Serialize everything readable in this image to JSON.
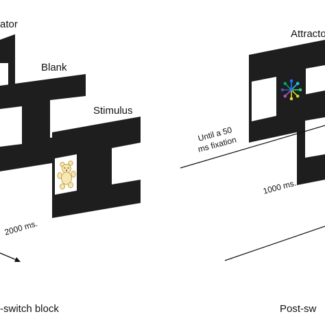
{
  "left_panel": {
    "frames": [
      {
        "label": "ator"
      },
      {
        "label": "Blank"
      },
      {
        "label": "Stimulus"
      }
    ],
    "duration": "2000 ms.",
    "caption": "-switch block"
  },
  "right_panel": {
    "frame_label": "Attractor",
    "condition_line1": "Until a 50",
    "condition_line2": "ms fixation",
    "duration": "1000 ms.",
    "caption": "Post-sw"
  },
  "colors": {
    "frame": "#1e1e1e",
    "window": "#ffffff",
    "attractor": [
      "#1f77ff",
      "#22c1e8",
      "#2ecc71",
      "#b5e61d",
      "#f4d03f",
      "#9b59b6",
      "#3f51b5",
      "#00a86b"
    ]
  },
  "icons": {
    "stimulus": "bear-toy-icon",
    "attractor": "starburst-icon",
    "timeline_arrow": "arrow-icon"
  }
}
